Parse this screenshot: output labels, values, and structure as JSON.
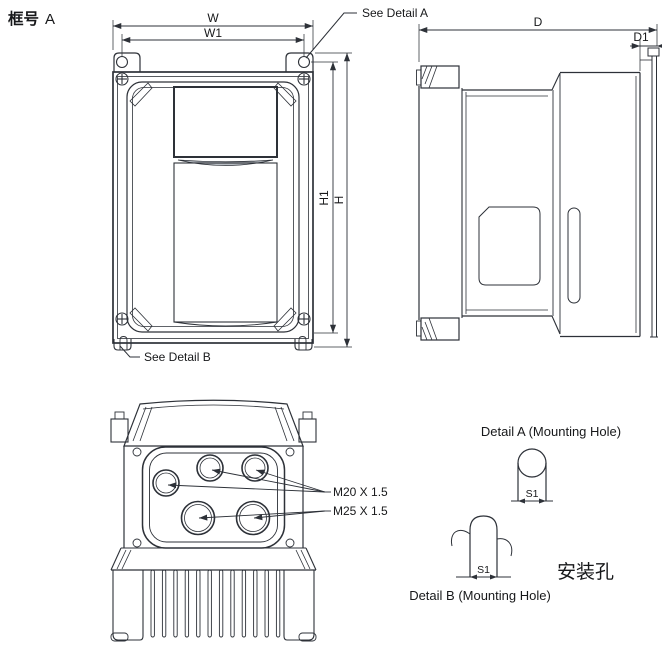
{
  "drawing": {
    "frame_label_cn": "框号",
    "frame_label_letter": "A",
    "front_view": {
      "dim_w": "W",
      "dim_w1": "W1",
      "dim_h1": "H1",
      "dim_h": "H",
      "callout_detail_a": "See Detail A",
      "callout_detail_b": "See Detail B"
    },
    "side_view": {
      "dim_d": "D",
      "dim_d1": "D1"
    },
    "bottom_view": {
      "gland_label_m20": "M20 X 1.5",
      "gland_label_m25": "M25 X 1.5"
    },
    "details": {
      "detail_a_title": "Detail A (Mounting Hole)",
      "detail_a_dim_s1": "S1",
      "detail_b_title": "Detail B (Mounting Hole)",
      "detail_b_dim_s1": "S1",
      "mounting_hole_cn": "安装孔"
    },
    "colors": {
      "line": "#2d3138",
      "background": "#ffffff"
    }
  }
}
